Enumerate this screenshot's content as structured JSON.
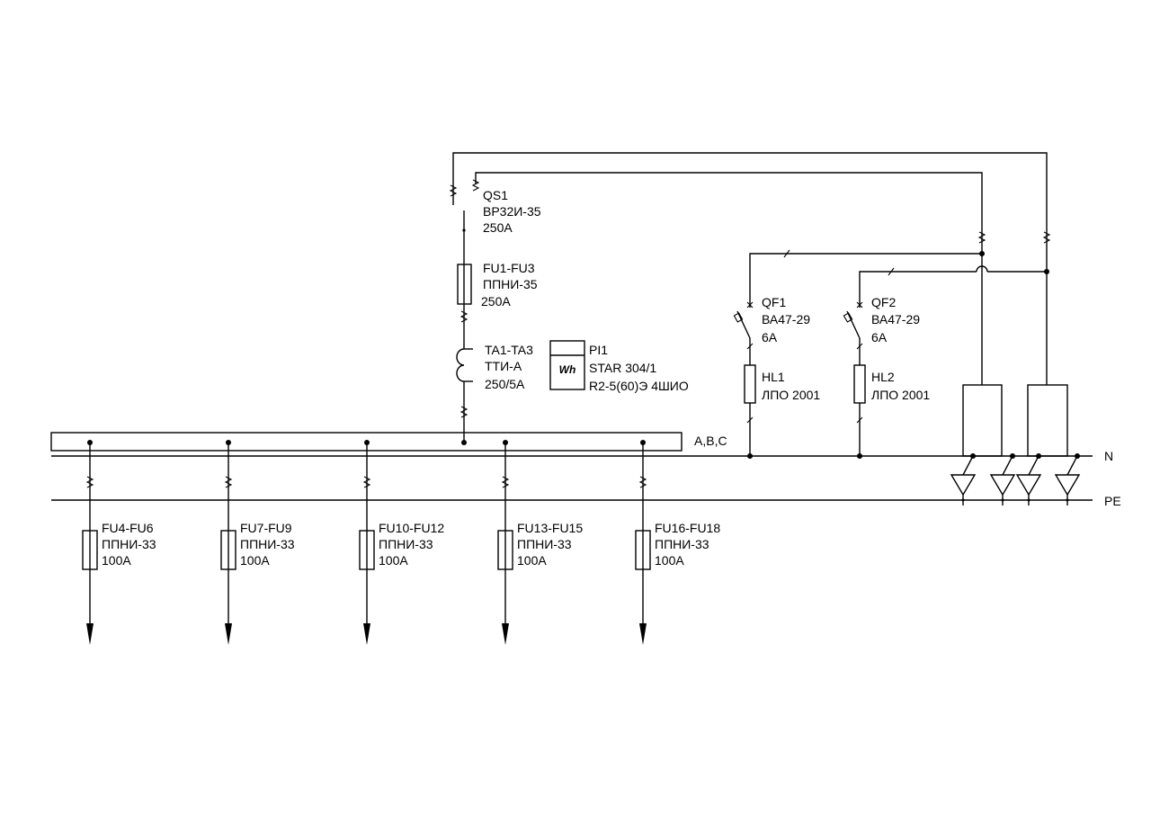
{
  "switch_qs1": {
    "ref": "QS1",
    "type": "ВР32И-35",
    "rating": "250A"
  },
  "fuses_main": {
    "ref": "FU1-FU3",
    "type": "ППНИ-35",
    "rating": "250A"
  },
  "current_transformers": {
    "ref": "TA1-TA3",
    "type": "ТТИ-А",
    "ratio": "250/5A"
  },
  "meter": {
    "ref": "PI1",
    "symbol": "Wh",
    "model": "STAR 304/1",
    "spec": "R2-5(60)Э 4ШИО"
  },
  "breaker_qf1": {
    "ref": "QF1",
    "type": "ВА47-29",
    "rating": "6A"
  },
  "breaker_qf2": {
    "ref": "QF2",
    "type": "ВА47-29",
    "rating": "6A"
  },
  "lamp_hl1": {
    "ref": "HL1",
    "type": "ЛПО 2001"
  },
  "lamp_hl2": {
    "ref": "HL2",
    "type": "ЛПО 2001"
  },
  "busbars": {
    "phase": "A,B,C",
    "neutral": "N",
    "protective": "PE"
  },
  "outgoing_feeders": [
    {
      "ref": "FU4-FU6",
      "type": "ППНИ-33",
      "rating": "100A"
    },
    {
      "ref": "FU7-FU9",
      "type": "ППНИ-33",
      "rating": "100A"
    },
    {
      "ref": "FU10-FU12",
      "type": "ППНИ-33",
      "rating": "100A"
    },
    {
      "ref": "FU13-FU15",
      "type": "ППНИ-33",
      "rating": "100A"
    },
    {
      "ref": "FU16-FU18",
      "type": "ППНИ-33",
      "rating": "100A"
    }
  ]
}
